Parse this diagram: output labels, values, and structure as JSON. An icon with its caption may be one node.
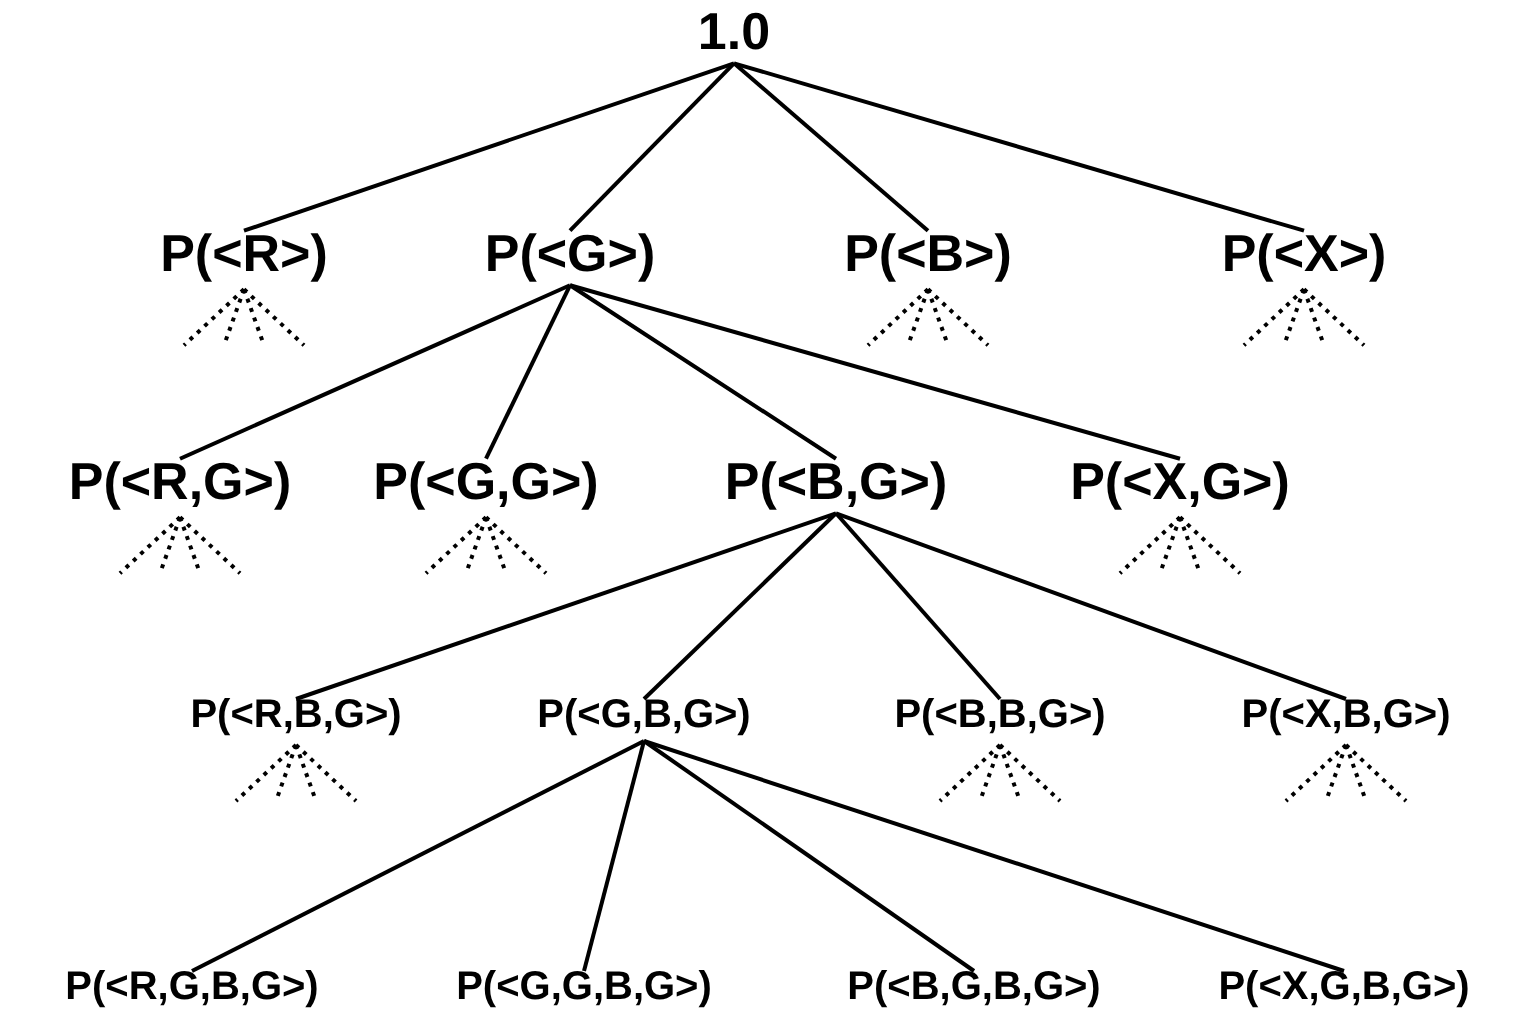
{
  "diagram": {
    "nodes": [
      {
        "text": [
          "1.0"
        ]
      },
      {
        "text": [
          "P(<R>)"
        ]
      },
      {
        "text": [
          "P(<G>)"
        ]
      },
      {
        "text": [
          "P(<B>)"
        ]
      },
      {
        "text": [
          "P(<X>)"
        ]
      },
      {
        "text": [
          "P(<R,G>)"
        ]
      },
      {
        "text": [
          "P(<G,G>)"
        ]
      },
      {
        "text": [
          "P(<B,G>)"
        ]
      },
      {
        "text": [
          "P(<X,G>)"
        ]
      },
      {
        "text": [
          "P(<R,B,G>)"
        ]
      },
      {
        "text": [
          "P(<G,B,G>)"
        ]
      },
      {
        "text": [
          "P(<B,B,G>)"
        ]
      },
      {
        "text": [
          "P(<X,B,G>)"
        ]
      },
      {
        "text": [
          "P(<R,G,B,G>)"
        ]
      },
      {
        "text": [
          "P(<G,G,B,G>)"
        ]
      },
      {
        "text": [
          "P(<B,G,B,G>)"
        ]
      },
      {
        "text": [
          "P(<X,G,B,G>)"
        ]
      }
    ],
    "edges": [
      {
        "from": 0,
        "to": 1,
        "arrow": "none"
      },
      {
        "from": 0,
        "to": 2,
        "arrow": "none"
      },
      {
        "from": 0,
        "to": 3,
        "arrow": "none"
      },
      {
        "from": 0,
        "to": 4,
        "arrow": "none"
      },
      {
        "from": 2,
        "to": 5,
        "arrow": "none"
      },
      {
        "from": 2,
        "to": 6,
        "arrow": "none"
      },
      {
        "from": 2,
        "to": 7,
        "arrow": "none"
      },
      {
        "from": 2,
        "to": 8,
        "arrow": "none"
      },
      {
        "from": 7,
        "to": 9,
        "arrow": "none"
      },
      {
        "from": 7,
        "to": 10,
        "arrow": "none"
      },
      {
        "from": 7,
        "to": 11,
        "arrow": "none"
      },
      {
        "from": 7,
        "to": 12,
        "arrow": "none"
      },
      {
        "from": 10,
        "to": 13,
        "arrow": "none"
      },
      {
        "from": 10,
        "to": 14,
        "arrow": "none"
      },
      {
        "from": 10,
        "to": 15,
        "arrow": "none"
      },
      {
        "from": 10,
        "to": 16,
        "arrow": "none"
      }
    ]
  }
}
